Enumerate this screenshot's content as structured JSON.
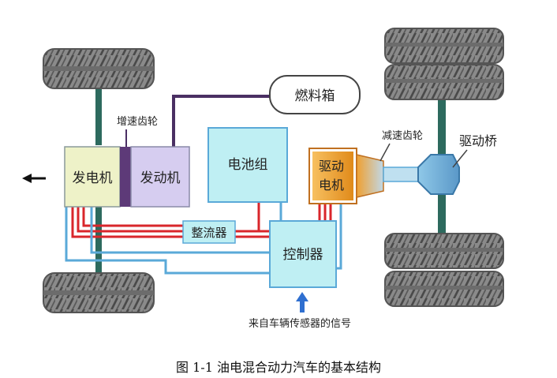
{
  "components": {
    "generator": "发电机",
    "engine": "发动机",
    "speed_increase_gear": "增速齿轮",
    "fuel_tank": "燃料箱",
    "battery_pack": "电池组",
    "drive_motor": "驱动\n电机",
    "reduction_gear": "减速齿轮",
    "drive_axle": "驱动桥",
    "rectifier": "整流器",
    "controller": "控制器",
    "sensor_signal": "来自车辆传感器的信号"
  },
  "caption": "图 1-1  油电混合动力汽车的基本结构",
  "colors": {
    "generator_fill": "#eef2c8",
    "engine_fill": "#d6cdf0",
    "battery_fill": "#bfeff3",
    "controller_fill": "#bfeff3",
    "rectifier_fill": "#bfeff3",
    "fuel_tank_fill": "#ffffff",
    "red_wire": "#d9262b",
    "blue_wire": "#5aa9d8",
    "shaft": "#2d6a5e",
    "purple_line": "#4a2f63",
    "motor_orange": "#f0a030",
    "tire": "#707070"
  }
}
